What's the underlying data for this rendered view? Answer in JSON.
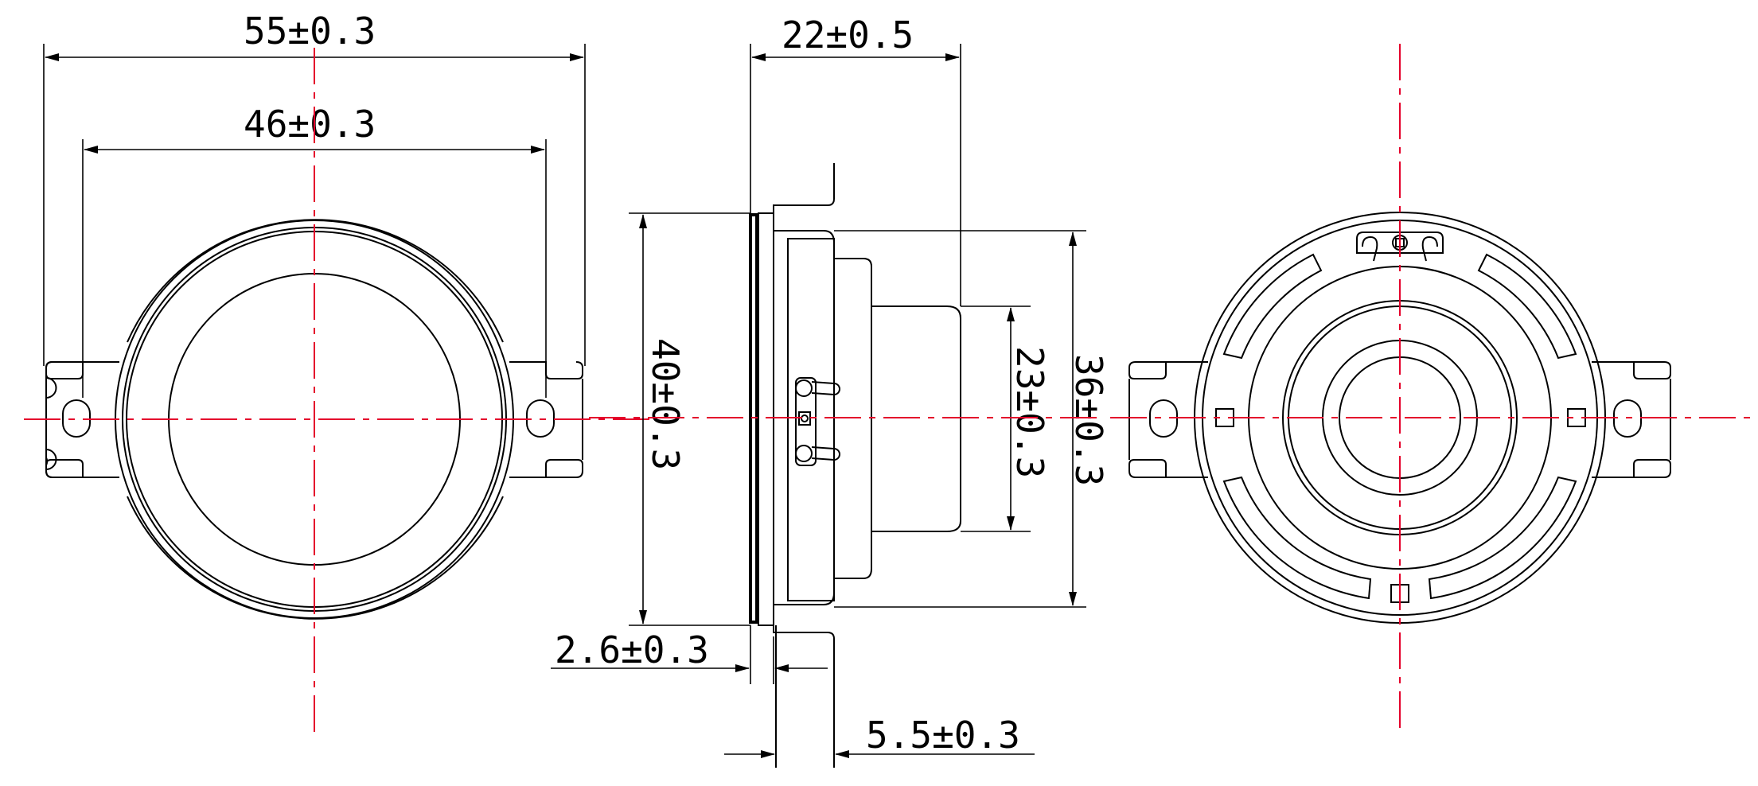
{
  "colors": {
    "outline": "#000000",
    "centerline": "#e4002b",
    "background": "#ffffff"
  },
  "dimensions": {
    "outer_width": "55±0.3",
    "mount_hole_pitch": "46±0.3",
    "total_depth": "22±0.5",
    "frame_diameter": "40±0.3",
    "magnet_diameter": "23±0.3",
    "basket_diameter": "36±0.3",
    "flange_thickness": "2.6±0.3",
    "terminal_offset": "5.5±0.3"
  }
}
